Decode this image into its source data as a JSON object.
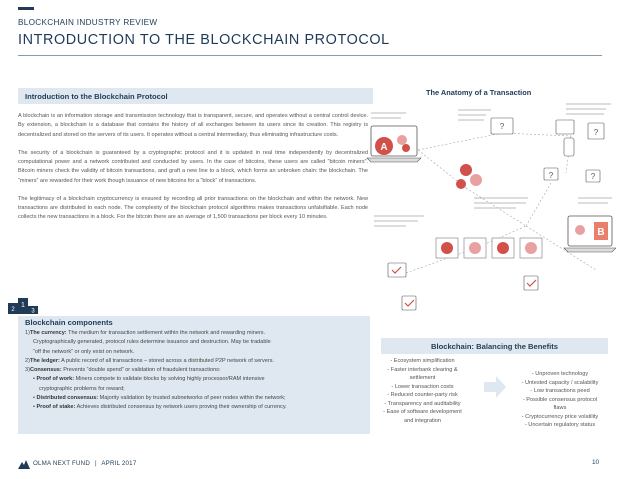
{
  "header": {
    "kicker": "BLOCKCHAIN INDUSTRY REVIEW",
    "title": "INTRODUCTION TO THE BLOCKCHAIN PROTOCOL"
  },
  "intro": {
    "heading": "Introduction to the Blockchain Protocol",
    "p1_lines": [
      "A blockchain is an information storage and transmission technology that is transparent, secure, and",
      "operates without a central control device. By extension, a blockchain is a database that contains the history",
      "of all exchanges between its users since its creation. This registry is decentralized and stored on the servers",
      "of its users. It operates without a central intermediary, thus eliminating infrastructure costs."
    ],
    "p2_lines": [
      "The security of a blockchain is guaranteed by a cryptographic protocol and it is updated in real time",
      "independently by decentralized computational power and a network contributed and conducted by users.",
      "In the case of bitcoins, these users are called “bitcoin miners”. Bitcoin miners check the validity of bitcoin",
      "transactions, and graft a new line to a block, which forms an unbroken chain: the blockchain. The “miners”",
      "are rewarded for their work though issuance of new bitcoins for a “block” of transactions."
    ],
    "p3_lines": [
      "The legitimacy of a blockchain cryptocurrency is ensured by recording all prior transactions on the",
      "blockchain and within the network. New transactions are distributed to each node. The complexity of the",
      "blockchain protocol algorithms makes transactions unfalsifiable. Each node collects the new transactions in",
      "a block. For the bitcoin there are an average of 1,500 transactions per block every 10 minutes."
    ]
  },
  "anatomy": {
    "title": "The Anatomy of a Transaction",
    "label_a": "A",
    "label_b": "B",
    "q": "?"
  },
  "podium": {
    "first": "1",
    "second": "2",
    "third": "3"
  },
  "components": {
    "title": "Blockchain components",
    "item1_num": "1)",
    "item1_term": "The currency:",
    "item1_text": " The medium for transaction settlement within the network and rewarding miners.",
    "item1_cont1": "Cryptographically generated, protocol rules determine issuance and destruction. May be tradable",
    "item1_cont2": "“off the network” or only exist on network.",
    "item2_num": "2)",
    "item2_term": "The ledger:",
    "item2_text": " A public record of all transactions – stored across a distributed P2P network of servers.",
    "item3_num": "3)",
    "item3_term": "Consensus:",
    "item3_text": " Prevents “double spend” or validation of fraudulent transactions:",
    "sub1_term": "Proof of work:",
    "sub1_text": " Miners compete to validate blocks by solving highly processor/RAM intensive",
    "sub1_cont": "cryptographic problems for reward;",
    "sub2_term": "Distributed consensus:",
    "sub2_text": " Majority validation by trusted subnetworks of peer nodes within the network;",
    "sub3_term": "Proof of stake:",
    "sub3_text": " Achieves distributed consensus by network users proving their ownership of currency."
  },
  "balancing": {
    "heading": "Blockchain: Balancing the Benefits",
    "pros": [
      "- Ecosystem simplification",
      "- Faster interbank clearing &",
      "settlement",
      "- Lower transaction costs",
      "- Reduced counter-party risk",
      "- Transparency and auditability",
      "- Ease of software development",
      "and integration"
    ],
    "cons": [
      "- Unproven technology",
      "- Untested capacity / scalability",
      "- Low transactions peed",
      "- Possible consensus protocol",
      "flaws",
      "- Cryptocurrency price volatility",
      "- Uncertain regulatory status"
    ]
  },
  "footer": {
    "org": "OLMA NEXT FUND",
    "sep": "|",
    "date": "APRIL 2017",
    "page": "10"
  },
  "colors": {
    "navy": "#1f3b57",
    "panel": "#dfe8f0",
    "red": "#d1504a",
    "pink": "#e8a0a0"
  }
}
